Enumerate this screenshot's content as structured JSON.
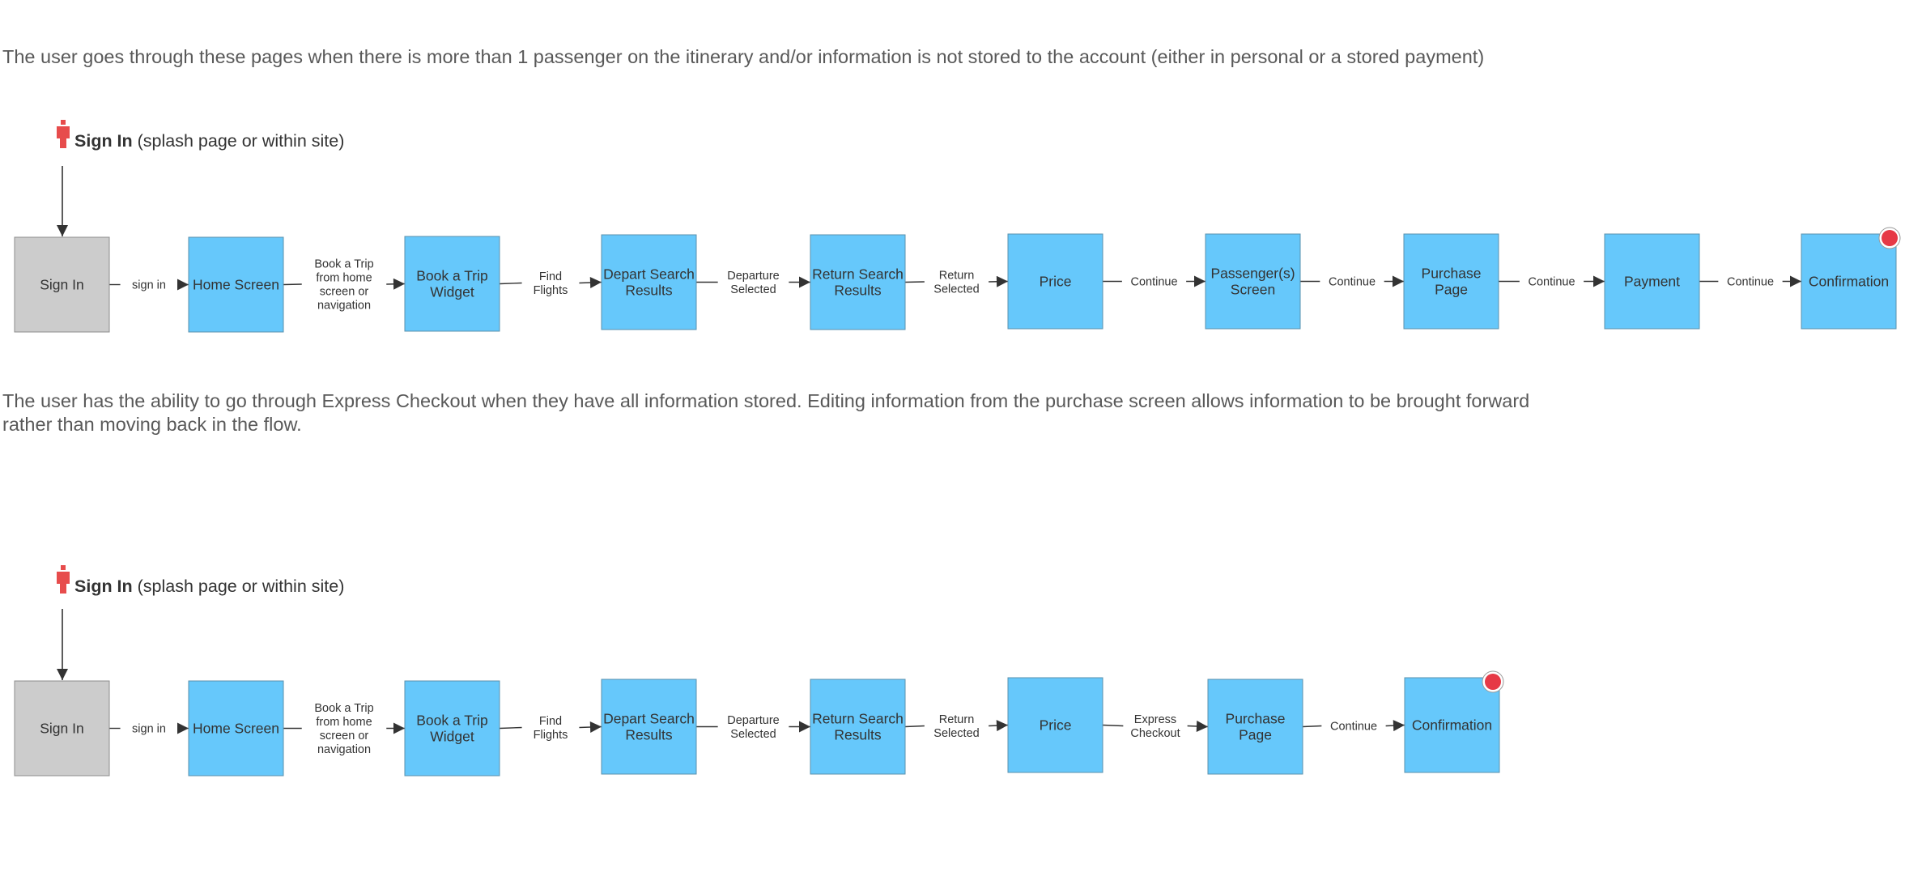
{
  "colors": {
    "box_blue": "#66c8fb",
    "box_blue_border": "#5a90ad",
    "box_gray": "#cccccc",
    "box_gray_border": "#8c8c8c",
    "arrow": "#333333",
    "start_marker": "#e74c4c",
    "end_marker": "#e63946",
    "text": "#333333",
    "desc_text": "#595959"
  },
  "description_1": "The user goes through these pages when there is more than 1 passenger on the itinerary and/or information is not stored to the account (either in personal or a stored payment)",
  "description_2": "The user has the ability to go through Express Checkout when they have all information stored. Editing information from the purchase screen allows information to be brought forward rather than moving back in the flow.",
  "flows": [
    {
      "start": {
        "icon": "person-icon",
        "bold": "Sign In",
        "rest": "(splash page or within site)"
      },
      "nodes": [
        {
          "label": [
            "Sign In"
          ],
          "kind": "gray"
        },
        {
          "label": [
            "Home Screen"
          ],
          "kind": "blue"
        },
        {
          "label": [
            "Book a Trip",
            "Widget"
          ],
          "kind": "blue"
        },
        {
          "label": [
            "Depart Search",
            "Results"
          ],
          "kind": "blue"
        },
        {
          "label": [
            "Return Search",
            "Results"
          ],
          "kind": "blue"
        },
        {
          "label": [
            "Price"
          ],
          "kind": "blue"
        },
        {
          "label": [
            "Passenger(s)",
            "Screen"
          ],
          "kind": "blue"
        },
        {
          "label": [
            "Purchase",
            "Page"
          ],
          "kind": "blue"
        },
        {
          "label": [
            "Payment"
          ],
          "kind": "blue"
        },
        {
          "label": [
            "Confirmation"
          ],
          "kind": "blue",
          "end": true
        }
      ],
      "edges": [
        [
          "sign in"
        ],
        [
          "Book a Trip",
          "from home",
          "screen or",
          "navigation"
        ],
        [
          "Find",
          "Flights"
        ],
        [
          "Departure",
          "Selected"
        ],
        [
          "Return",
          "Selected"
        ],
        [
          "Continue"
        ],
        [
          "Continue"
        ],
        [
          "Continue"
        ],
        [
          "Continue"
        ]
      ]
    },
    {
      "start": {
        "icon": "person-icon",
        "bold": "Sign In",
        "rest": "(splash page or within site)"
      },
      "nodes": [
        {
          "label": [
            "Sign In"
          ],
          "kind": "gray"
        },
        {
          "label": [
            "Home Screen"
          ],
          "kind": "blue"
        },
        {
          "label": [
            "Book a Trip",
            "Widget"
          ],
          "kind": "blue"
        },
        {
          "label": [
            "Depart Search",
            "Results"
          ],
          "kind": "blue"
        },
        {
          "label": [
            "Return Search",
            "Results"
          ],
          "kind": "blue"
        },
        {
          "label": [
            "Price"
          ],
          "kind": "blue"
        },
        {
          "label": [
            "Purchase",
            "Page"
          ],
          "kind": "blue"
        },
        {
          "label": [
            "Confirmation"
          ],
          "kind": "blue",
          "end": true
        }
      ],
      "edges": [
        [
          "sign in"
        ],
        [
          "Book a Trip",
          "from home",
          "screen or",
          "navigation"
        ],
        [
          "Find",
          "Flights"
        ],
        [
          "Departure",
          "Selected"
        ],
        [
          "Return",
          "Selected"
        ],
        [
          "Express",
          "Checkout"
        ],
        [
          "Continue"
        ]
      ]
    }
  ]
}
